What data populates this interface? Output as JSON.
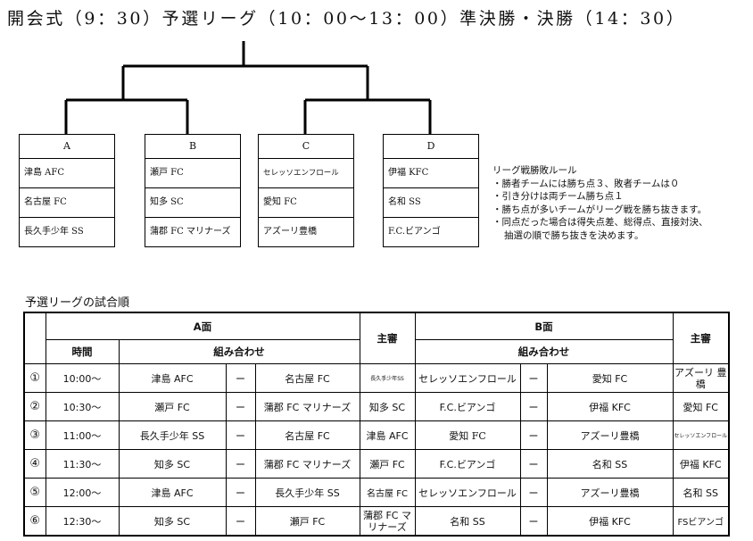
{
  "title": "開会式（9：30）予選リーグ（10：00〜13：00）準決勝・決勝（14：30）",
  "groups": [
    {
      "label": "A",
      "teams": [
        "津島 AFC",
        "名古屋 FC",
        "長久手少年 SS"
      ]
    },
    {
      "label": "B",
      "teams": [
        "瀬戸 FC",
        "知多 SC",
        "蒲郡 FC マリナーズ"
      ]
    },
    {
      "label": "C",
      "teams": [
        "セレッソエンフロール",
        "愛知 FC",
        "アズーリ豊橋"
      ]
    },
    {
      "label": "D",
      "teams": [
        "伊福 KFC",
        "名和 SS",
        "F.C.ビアンゴ"
      ]
    }
  ],
  "rules": {
    "title": "リーグ戦勝敗ルール",
    "lines": [
      "・勝者チームには勝ち点３、敗者チームは０",
      "・引き分けは両チーム勝ち点１",
      "・勝ち点が多いチームがリーグ戦を勝ち抜きます。",
      "・同点だった場合は得失点差、総得点、直接対決、",
      "抽選の順で勝ち抜きを決めます。"
    ]
  },
  "schedule": {
    "title": "予選リーグの試合順",
    "headers": {
      "court_a": "A面",
      "court_b": "B面",
      "referee": "主審",
      "time": "時間",
      "matchup": "組み合わせ",
      "dash": "ー"
    },
    "rows": [
      {
        "no": "①",
        "time": "10:00〜",
        "a_home": "津島 AFC",
        "a_away": "名古屋 FC",
        "a_ref": "長久手少年SS",
        "b_home": "セレッソエンフロール",
        "b_away": "愛知 FC",
        "b_ref": "アズーリ 豊橋"
      },
      {
        "no": "②",
        "time": "10:30〜",
        "a_home": "瀬戸 FC",
        "a_away": "蒲郡 FC マリナーズ",
        "a_ref": "知多 SC",
        "b_home": "F.C.ビアンゴ",
        "b_away": "伊福 KFC",
        "b_ref": "愛知 FC"
      },
      {
        "no": "③",
        "time": "11:00〜",
        "a_home": "長久手少年 SS",
        "a_away": "名古屋 FC",
        "a_ref": "津島 AFC",
        "b_home": "愛知 FC",
        "b_away": "アズーリ豊橋",
        "b_ref": "セレッソエンフロール"
      },
      {
        "no": "④",
        "time": "11:30〜",
        "a_home": "知多 SC",
        "a_away": "蒲郡 FC マリナーズ",
        "a_ref": "瀬戸 FC",
        "b_home": "F.C.ビアンゴ",
        "b_away": "名和 SS",
        "b_ref": "伊福 KFC"
      },
      {
        "no": "⑤",
        "time": "12:00〜",
        "a_home": "津島 AFC",
        "a_away": "長久手少年 SS",
        "a_ref": "名古屋 FC",
        "b_home": "セレッソエンフロール",
        "b_away": "アズーリ豊橋",
        "b_ref": "名和 SS"
      },
      {
        "no": "⑥",
        "time": "12:30〜",
        "a_home": "知多 SC",
        "a_away": "瀬戸 FC",
        "a_ref": "蒲郡 FC マリナーズ",
        "b_home": "名和 SS",
        "b_away": "伊福 KFC",
        "b_ref": "FSビアンゴ"
      }
    ]
  }
}
